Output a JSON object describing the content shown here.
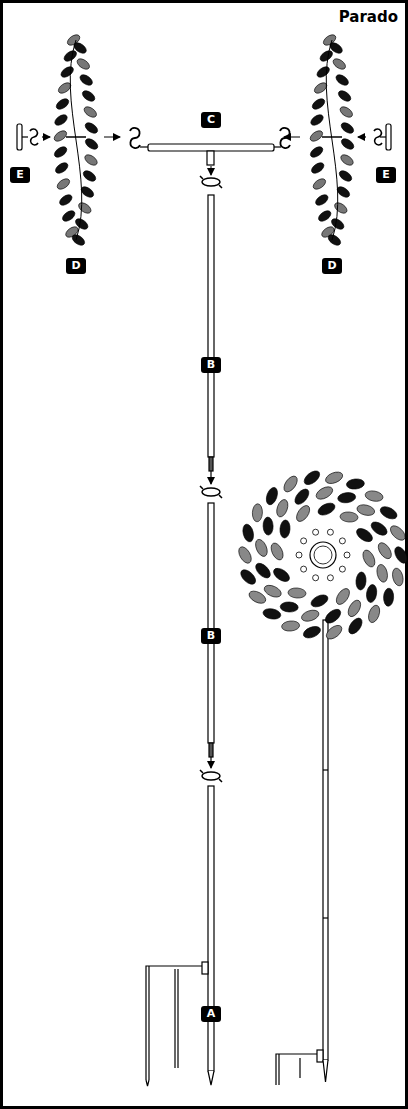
{
  "diagram": {
    "title": "Parado",
    "labels": [
      "C",
      "E",
      "E",
      "D",
      "D",
      "B",
      "B",
      "A"
    ]
  }
}
